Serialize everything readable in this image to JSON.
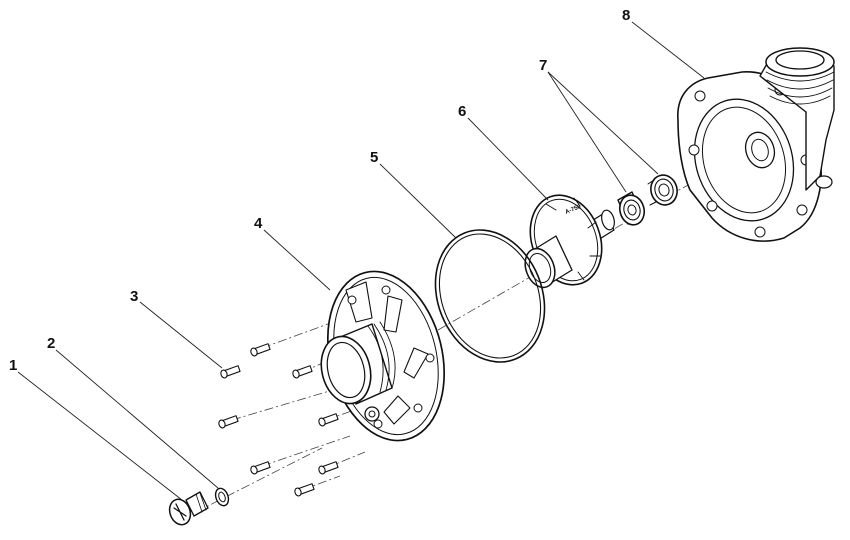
{
  "callouts": [
    {
      "id": "1",
      "label": "1"
    },
    {
      "id": "2",
      "label": "2"
    },
    {
      "id": "3",
      "label": "3"
    },
    {
      "id": "4",
      "label": "4"
    },
    {
      "id": "5",
      "label": "5"
    },
    {
      "id": "6",
      "label": "6"
    },
    {
      "id": "7",
      "label": "7"
    },
    {
      "id": "8",
      "label": "8"
    }
  ],
  "impeller_text": "A-750"
}
